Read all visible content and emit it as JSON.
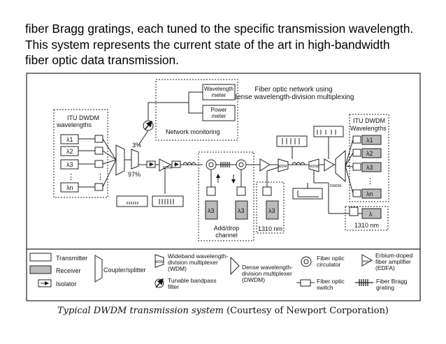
{
  "intro_lines": [
    "fiber Bragg gratings, each tuned to the specific transmission wavelength.",
    "This system represents the current state of the art in high-bandwidth",
    "fiber optic data transmission."
  ],
  "diagram": {
    "title_lines": [
      "Fiber optic network using",
      "dense wavelength-division multiplexing"
    ],
    "wavelength_meter": [
      "Wavelength",
      "meter"
    ],
    "power_meter": [
      "Power",
      "meter"
    ],
    "network_monitoring": "Network monitoring",
    "itu_left": [
      "ITU DWDM",
      "wavelengths"
    ],
    "itu_right": [
      "ITU DWDM",
      "Wavelengths"
    ],
    "lambdas_left": [
      "λ1",
      "λ2",
      "λ3",
      "λn"
    ],
    "lambdas_right": [
      "λ1",
      "λ2",
      "λ3",
      "λn"
    ],
    "split_3": "3%",
    "split_97": "97%",
    "wdm": "WDM",
    "dwdm": "DWDM",
    "edfa": "EDFA",
    "drop_lambdas": [
      "λ3",
      "λ3"
    ],
    "add_drop": [
      "Add/drop",
      "channel"
    ],
    "lambda_1310_left": "λ3",
    "nm_1310": "1310 nm",
    "lambda_right_bottom": "λ",
    "nm_1310_right": "1310 nm"
  },
  "legend": {
    "transmitter": "Transmitter",
    "receiver": "Receiver",
    "isolator": "Isolator",
    "coupler": "Coupler/splitter",
    "wdm_label": "Wideband wavelength-",
    "wdm_lines": [
      "division multiplexer",
      "(WDM)"
    ],
    "wdm_tag": "WDM",
    "bandpass": [
      "Tunable bandpass",
      "filter"
    ],
    "dwdm": [
      "Dense wavelength-",
      "division multiplexer",
      "(DWDM)"
    ],
    "circulator": [
      "Fiber optic",
      "circulator"
    ],
    "switch": [
      "Fiber optic",
      "switch"
    ],
    "edfa": [
      "Erbium-doped",
      "fiber amplifier",
      "(EDFA)"
    ],
    "edfa_tag": "EDFA",
    "bragg": [
      "Fiber Bragg",
      "grating"
    ]
  },
  "caption": {
    "italic": "Typical DWDM transmission system",
    "rest": " (Courtesy of Newport Corporation)"
  }
}
